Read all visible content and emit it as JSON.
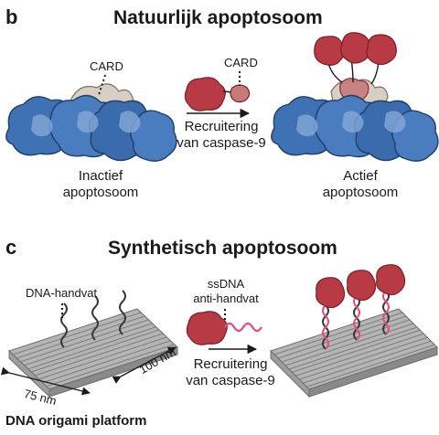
{
  "panel_b": {
    "letter": "b",
    "title": "Natuurlijk apoptosoom",
    "card_label_left": "CARD",
    "card_label_mid": "CARD",
    "arrow_label_line1": "Recruitering",
    "arrow_label_line2": "van caspase-9",
    "left_caption_line1": "Inactief",
    "left_caption_line2": "apoptosoom",
    "right_caption_line1": "Actief",
    "right_caption_line2": "apoptosoom"
  },
  "panel_c": {
    "letter": "c",
    "title": "Synthetisch apoptosoom",
    "handle_label": "DNA-handvat",
    "ssdna_line1": "ssDNA",
    "ssdna_line2": "anti-handvat",
    "arrow_label_line1": "Recruitering",
    "arrow_label_line2": "van caspase-9",
    "dim_width": "75 nm",
    "dim_depth": "100 nm",
    "platform_label": "DNA origami platform"
  },
  "colors": {
    "blue": "#3f72b5",
    "blue_dark": "#2c5690",
    "card_beige": "#d9cec4",
    "caspase_red": "#b83a44",
    "caspase_red_dark": "#8e2832",
    "ssdna_pink": "#e0507a",
    "platform_gray": "#9a9a9a"
  }
}
